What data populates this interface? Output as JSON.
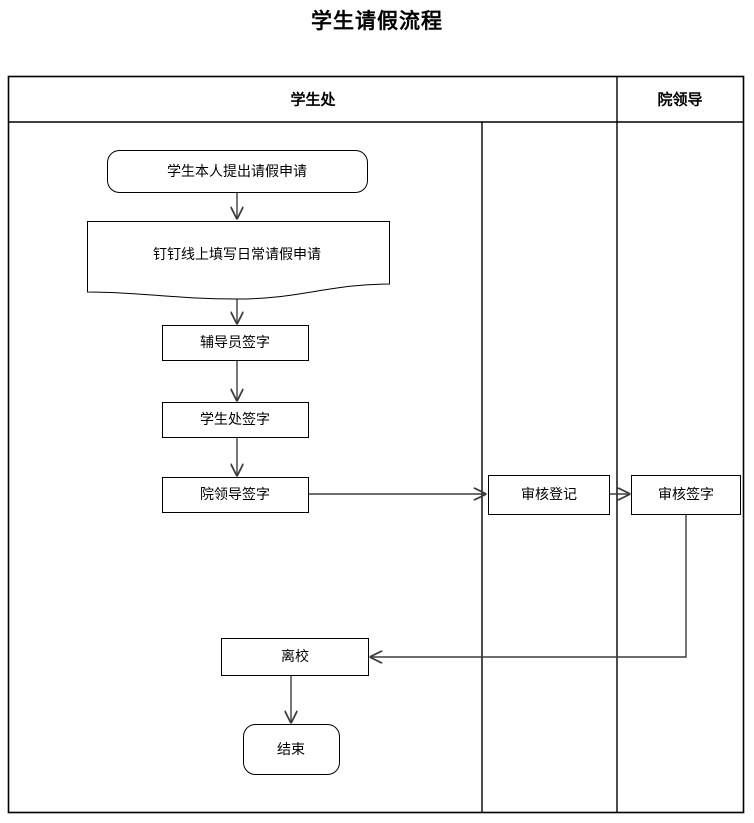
{
  "title": "学生请假流程",
  "diagram": {
    "type": "swimlane-flowchart",
    "lanes": [
      {
        "id": "lane-student-affairs",
        "label": "学生处"
      },
      {
        "id": "lane-college-leader",
        "label": "院领导"
      }
    ],
    "nodes": [
      {
        "id": "node-apply",
        "label": "学生本人提出请假申请",
        "shape": "rounded-rect",
        "lane": "lane-student-affairs"
      },
      {
        "id": "node-dingtalk",
        "label": "钉钉线上填写日常请假申请",
        "shape": "document",
        "lane": "lane-student-affairs"
      },
      {
        "id": "node-counselor-sign",
        "label": "辅导员签字",
        "shape": "rect",
        "lane": "lane-student-affairs"
      },
      {
        "id": "node-affairs-sign",
        "label": "学生处签字",
        "shape": "rect",
        "lane": "lane-student-affairs"
      },
      {
        "id": "node-leader-sign",
        "label": "院领导签字",
        "shape": "rect",
        "lane": "lane-student-affairs"
      },
      {
        "id": "node-review-register",
        "label": "审核登记",
        "shape": "rect",
        "lane": "lane-student-affairs"
      },
      {
        "id": "node-review-sign",
        "label": "审核签字",
        "shape": "rect",
        "lane": "lane-college-leader"
      },
      {
        "id": "node-leave-school",
        "label": "离校",
        "shape": "rect",
        "lane": "lane-student-affairs"
      },
      {
        "id": "node-end",
        "label": "结束",
        "shape": "rounded-rect",
        "lane": "lane-student-affairs"
      }
    ],
    "edges": [
      {
        "from": "node-apply",
        "to": "node-dingtalk"
      },
      {
        "from": "node-dingtalk",
        "to": "node-counselor-sign"
      },
      {
        "from": "node-counselor-sign",
        "to": "node-affairs-sign"
      },
      {
        "from": "node-affairs-sign",
        "to": "node-leader-sign"
      },
      {
        "from": "node-leader-sign",
        "to": "node-review-register"
      },
      {
        "from": "node-review-register",
        "to": "node-review-sign"
      },
      {
        "from": "node-review-sign",
        "to": "node-leave-school"
      },
      {
        "from": "node-leave-school",
        "to": "node-end"
      }
    ]
  },
  "colors": {
    "background": "#ffffff",
    "line": "#000000",
    "connector": "#3d3d3d",
    "text": "#000000"
  }
}
